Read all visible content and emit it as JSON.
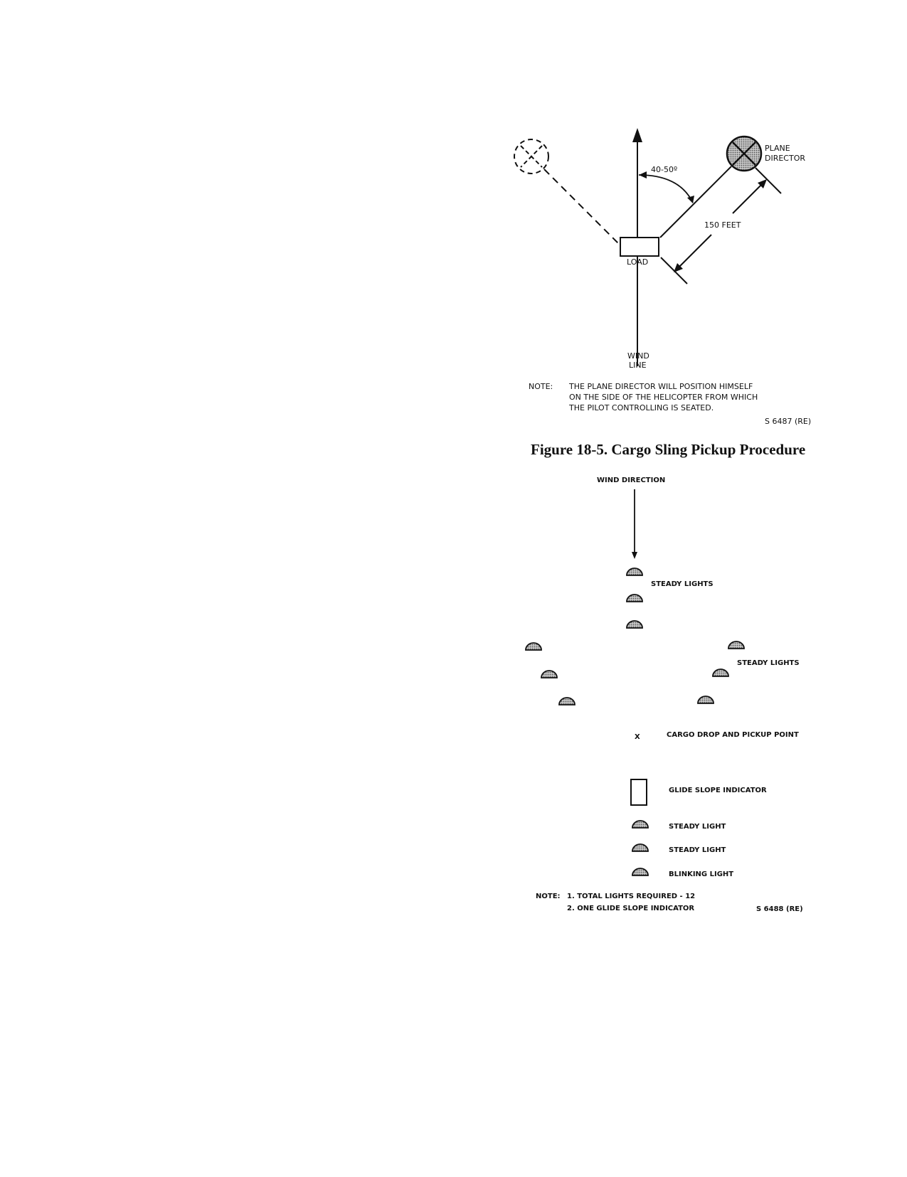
{
  "figure1": {
    "angle_label": "40-50º",
    "plane_director_line1": "PLANE",
    "plane_director_line2": "DIRECTOR",
    "distance_label": "150 FEET",
    "load_label": "LOAD",
    "wind_line_line1": "WIND",
    "wind_line_line2": "LINE",
    "note_label": "NOTE:",
    "note_lines": [
      "THE PLANE DIRECTOR WILL POSITION HIMSELF",
      "ON THE SIDE OF THE HELICOPTER FROM WHICH",
      "THE PILOT CONTROLLING IS SEATED."
    ],
    "code": "S 6487 (RE)",
    "caption": "Figure 18-5.  Cargo Sling Pickup Procedure"
  },
  "figure2": {
    "wind_direction": "WIND DIRECTION",
    "steady_lights_center": "STEADY LIGHTS",
    "steady_lights_right": "STEADY LIGHTS",
    "cargo_marker": "X",
    "cargo_label": "CARGO DROP AND PICKUP POINT",
    "legend": {
      "glide_slope": "GLIDE SLOPE INDICATOR",
      "steady_light_1": "STEADY LIGHT",
      "steady_light_2": "STEADY LIGHT",
      "blinking_light": "BLINKING LIGHT"
    },
    "note_label": "NOTE:",
    "note_lines": [
      "1.  TOTAL LIGHTS REQUIRED  -  12",
      "2.  ONE GLIDE SLOPE INDICATOR"
    ],
    "code": "S 6488 (RE)"
  }
}
